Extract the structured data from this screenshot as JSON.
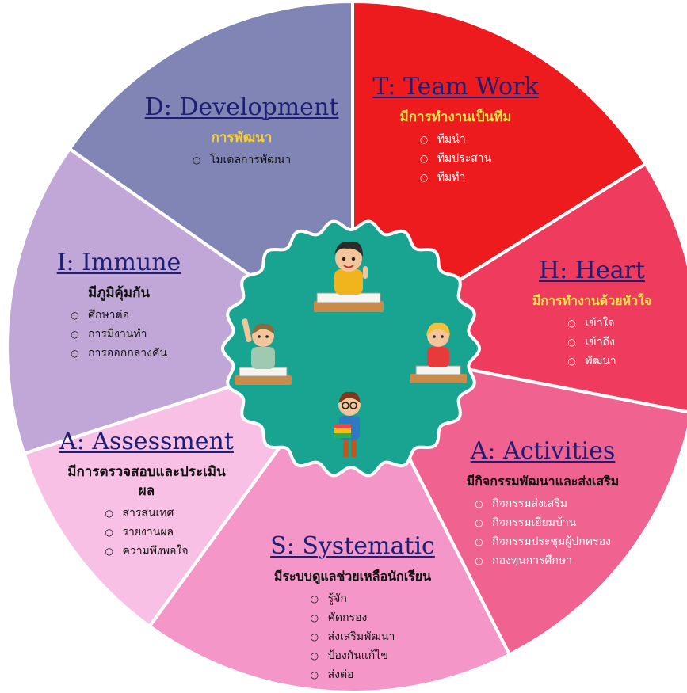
{
  "colors": {
    "background": "#ffffff",
    "center_teal": "#19a492",
    "separator": "#ffffff"
  },
  "segments": [
    {
      "key": "development",
      "title": "D: Development",
      "subtitle": "การพัฒนา",
      "items": [
        "โมเดลการพัฒนา"
      ],
      "fill": "#8085b5",
      "title_color": "#1c1f73",
      "subtitle_color": "#f4d03f",
      "item_color": "#111111"
    },
    {
      "key": "teamwork",
      "title": "T: Team Work",
      "subtitle": "มีการทำงานเป็นทีม",
      "items": [
        "ทีมนำ",
        "ทีมประสาน",
        "ทีมทำ"
      ],
      "fill": "#ee1b1e",
      "title_color": "#1c1f73",
      "subtitle_color": "#ffe14d",
      "item_color": "#ffffff"
    },
    {
      "key": "heart",
      "title": "H: Heart",
      "subtitle": "มีการทำงานด้วยหัวใจ",
      "items": [
        "เข้าใจ",
        "เข้าถึง",
        "พัฒนา"
      ],
      "fill": "#ef3c5e",
      "title_color": "#1c1f73",
      "subtitle_color": "#ffe14d",
      "item_color": "#ffffff"
    },
    {
      "key": "activities",
      "title": "A: Activities",
      "subtitle": "มีกิจกรรมพัฒนาและส่งเสริม",
      "items": [
        "กิจกรรมส่งเสริม",
        "กิจกรรมเยี่ยมบ้าน",
        "กิจกรรมประชุมผู้ปกครอง",
        "กองทุนการศึกษา"
      ],
      "fill": "#f06390",
      "title_color": "#1c1f73",
      "subtitle_color": "#111111",
      "item_color": "#ffffff"
    },
    {
      "key": "systematic",
      "title": "S: Systematic",
      "subtitle": "มีระบบดูแลช่วยเหลือนักเรียน",
      "items": [
        "รู้จัก",
        "คัดกรอง",
        "ส่งเสริมพัฒนา",
        "ป้องกันแก้ไข",
        "ส่งต่อ"
      ],
      "fill": "#f497c8",
      "title_color": "#1c1f73",
      "subtitle_color": "#111111",
      "item_color": "#111111"
    },
    {
      "key": "assessment",
      "title": "A: Assessment",
      "subtitle": "มีการตรวจสอบและประเมินผล",
      "items": [
        "สารสนเทศ",
        "รายงานผล",
        "ความพึงพอใจ"
      ],
      "fill": "#f9c0e5",
      "title_color": "#1c1f73",
      "subtitle_color": "#111111",
      "item_color": "#111111"
    },
    {
      "key": "immune",
      "title": "I: Immune",
      "subtitle": "มีภูมิคุ้มกัน",
      "items": [
        "ศึกษาต่อ",
        "การมีงานทำ",
        "การออกกลางคัน"
      ],
      "fill": "#c1a7d8",
      "title_color": "#1c1f73",
      "subtitle_color": "#111111",
      "item_color": "#111111"
    }
  ],
  "illustrations": [
    "student-writing",
    "student-raising-hand",
    "student-reading",
    "student-carrying-books"
  ]
}
